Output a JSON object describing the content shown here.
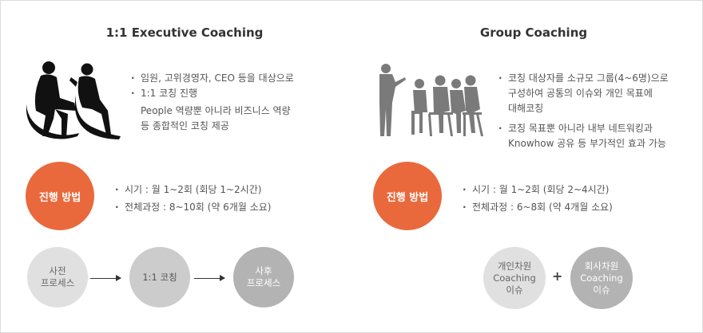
{
  "executive": {
    "title": "1:1 Executive Coaching",
    "bullets": [
      "임원, 고위경영자, CEO 등을 대상으로",
      "1:1 코칭 진행"
    ],
    "bullet_cont": [
      "People 역량뿐 아니라 비즈니스 역량",
      "등 종합적인 코칭 제공"
    ],
    "method_label": "진행 방법",
    "method_items": [
      "시기 : 월 1~2회 (회당 1~2시간)",
      "전체과정 : 8~10회 (약 6개월 소요)"
    ],
    "process": {
      "pre": [
        "사전",
        "프로세스"
      ],
      "main": "1:1 코칭",
      "post": [
        "사후",
        "프로세스"
      ]
    }
  },
  "group": {
    "title": "Group Coaching",
    "bullet1": [
      "코칭 대상자를 소규모 그룹(4~6명)으로",
      "구성하여 공통의 이슈와 개인 목표에",
      "대해코칭"
    ],
    "bullet2": [
      "코칭 목표뿐 아니라 내부 네트워킹과",
      "Knowhow 공유 등 부가적인 효과 가능"
    ],
    "method_label": "진행 방법",
    "method_items": [
      "시기 : 월 1~2회 (회당 2~4시간)",
      "전체과정 : 6~8회 (약 4개월 소요)"
    ],
    "issues": {
      "personal": [
        "개인차원",
        "Coaching",
        "이슈"
      ],
      "plus": "+",
      "company": [
        "회사차원",
        "Coaching",
        "이슈"
      ]
    }
  },
  "colors": {
    "accent": "#e9693c",
    "silhouette": "#111111",
    "silhouette_group": "#7a7a7a"
  },
  "icons": {
    "executive_illustration": "two-people-seated-conversation-icon",
    "group_illustration": "presenter-and-seated-group-icon"
  }
}
